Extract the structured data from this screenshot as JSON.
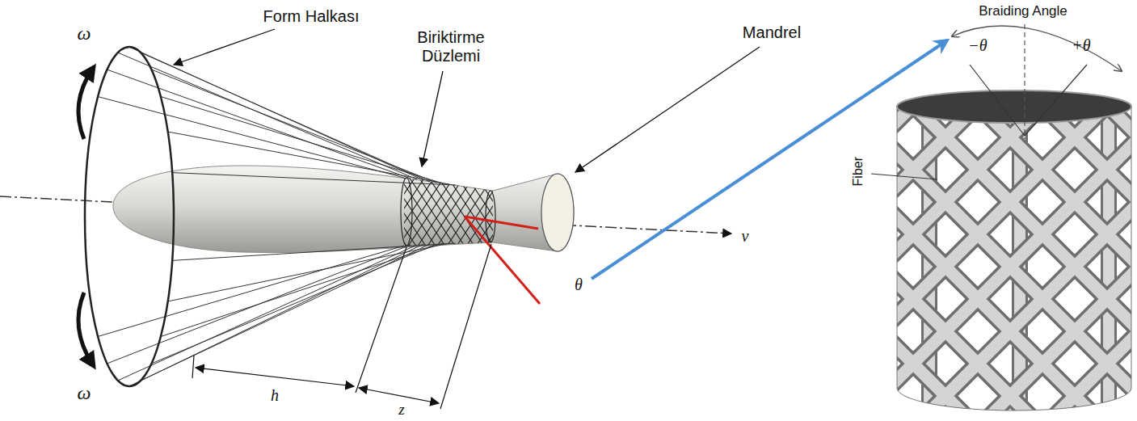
{
  "diagram": {
    "labels": [
      "Form Halkası",
      "Biriktirme Düzlemi",
      "Mandrel",
      "ω",
      "ω",
      "h",
      "z",
      "θ",
      "v",
      "Braiding Angle",
      "−θ",
      "+θ",
      "Fiber"
    ]
  }
}
